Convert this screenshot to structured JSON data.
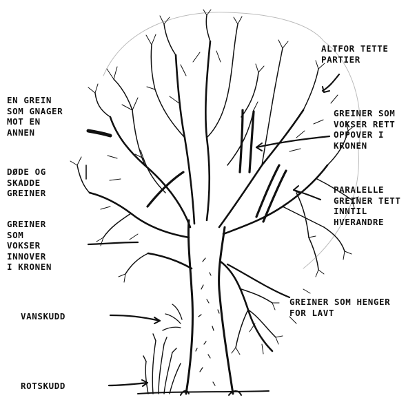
{
  "labels": {
    "altfor_tette": [
      "ALTFOR TETTE",
      "PARTIER"
    ],
    "gnager": [
      "EN GREIN",
      "SOM GNAGER",
      "MOT EN",
      "ANNEN"
    ],
    "oppover": [
      "GREINER SOM",
      "VOKSER RETT",
      "OPPOVER I",
      "KRONEN"
    ],
    "dode": [
      "DØDE OG",
      "SKADDE",
      "GREINER"
    ],
    "paralelle": [
      "PARALELLE",
      "GREINER TETT",
      "INNTIL",
      "HVERANDRE"
    ],
    "innover": [
      "GREINER",
      "SOM",
      "VOKSER",
      "INNOVER",
      "I KRONEN"
    ],
    "henger": [
      "GREINER SOM HENGER",
      "FOR LAVT"
    ],
    "vanskudd": "VANSKUDD",
    "rotskudd": "ROTSKUDD"
  },
  "colors": {
    "ink": "#111111",
    "background": "#ffffff"
  }
}
